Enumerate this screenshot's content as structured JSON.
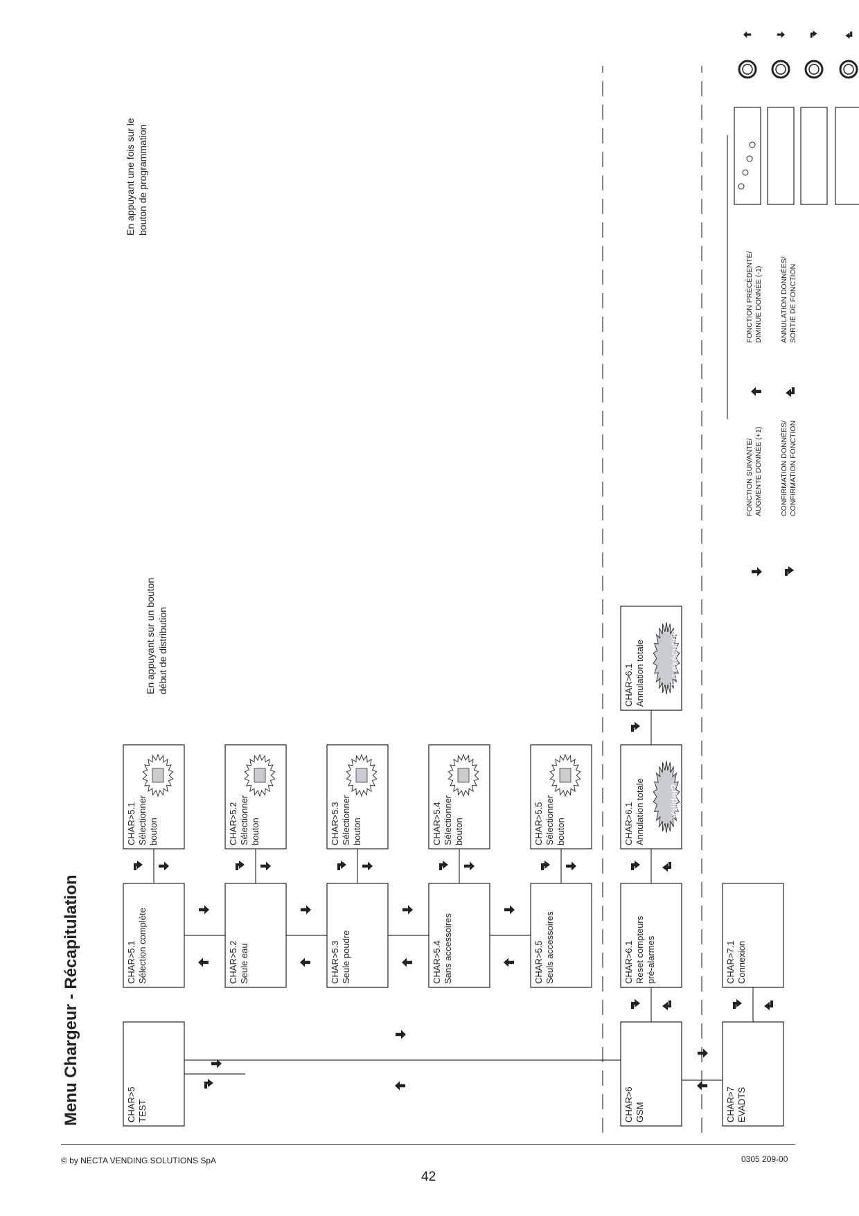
{
  "page": {
    "title": "Menu Chargeur - Récapitulation",
    "footer_left": "© by NECTA VENDING SOLUTIONS SpA",
    "footer_right": "0305 209-00",
    "page_number": "42"
  },
  "notes": {
    "programming_button": [
      "En appuyant une fois sur le",
      "bouton de programmation"
    ],
    "dispense_button": [
      "En appuyant sur un bouton",
      "début de distribution"
    ]
  },
  "menus": {
    "char5": [
      "CHAR>5",
      "TEST"
    ],
    "char5_items": [
      [
        "CHAR>5.1",
        "Sélection complète"
      ],
      [
        "CHAR>5.2",
        "Seule eau"
      ],
      [
        "CHAR>5.3",
        "Seule poudre"
      ],
      [
        "CHAR>5.4",
        "Sans accessoires"
      ],
      [
        "CHAR>5.5",
        "Seuls accessoires"
      ]
    ],
    "char5_select": [
      [
        "CHAR>5.1",
        "Sélectionner",
        "bouton"
      ],
      [
        "CHAR>5.2",
        "Sélectionner",
        "bouton"
      ],
      [
        "CHAR>5.3",
        "Sélectionner",
        "bouton"
      ],
      [
        "CHAR>5.4",
        "Sélectionner",
        "bouton"
      ],
      [
        "CHAR>5.5",
        "Sélectionner",
        "bouton"
      ]
    ],
    "char6": [
      "CHAR>6",
      "GSM"
    ],
    "char6_1": [
      "CHAR>6.1",
      "Reset compteurs",
      "pré-alarmes"
    ],
    "char6_1_confirm": [
      "CHAR>6.1",
      "Annulation totale"
    ],
    "valider": "Valider?",
    "char6_1_exec": [
      "CHAR>6.1",
      "Annulation totale"
    ],
    "en_execution": "En exécution",
    "char7": [
      "CHAR>7",
      "EVADTS"
    ],
    "char7_1": [
      "CHAR>7.1",
      "Connexion"
    ]
  },
  "legend": {
    "next": [
      "FONCTION SUIVANTE/",
      "AUGMENTE DONNÉE (+1)"
    ],
    "previous": [
      "FONCTION PRÉCÉDENTE/",
      "DIMINUE DONNÉE (-1)"
    ],
    "confirm": [
      "CONFIRMATION DONNÉES/",
      "CONFIRMATION FONCTION"
    ],
    "cancel": [
      "ANNULATION DONNÉES/",
      "SORTIE DE FONCTION"
    ]
  },
  "icons": {
    "next": "arrow-right-icon",
    "previous": "arrow-left-icon",
    "confirm": "arrow-up-right-icon",
    "cancel": "arrow-down-icon"
  }
}
